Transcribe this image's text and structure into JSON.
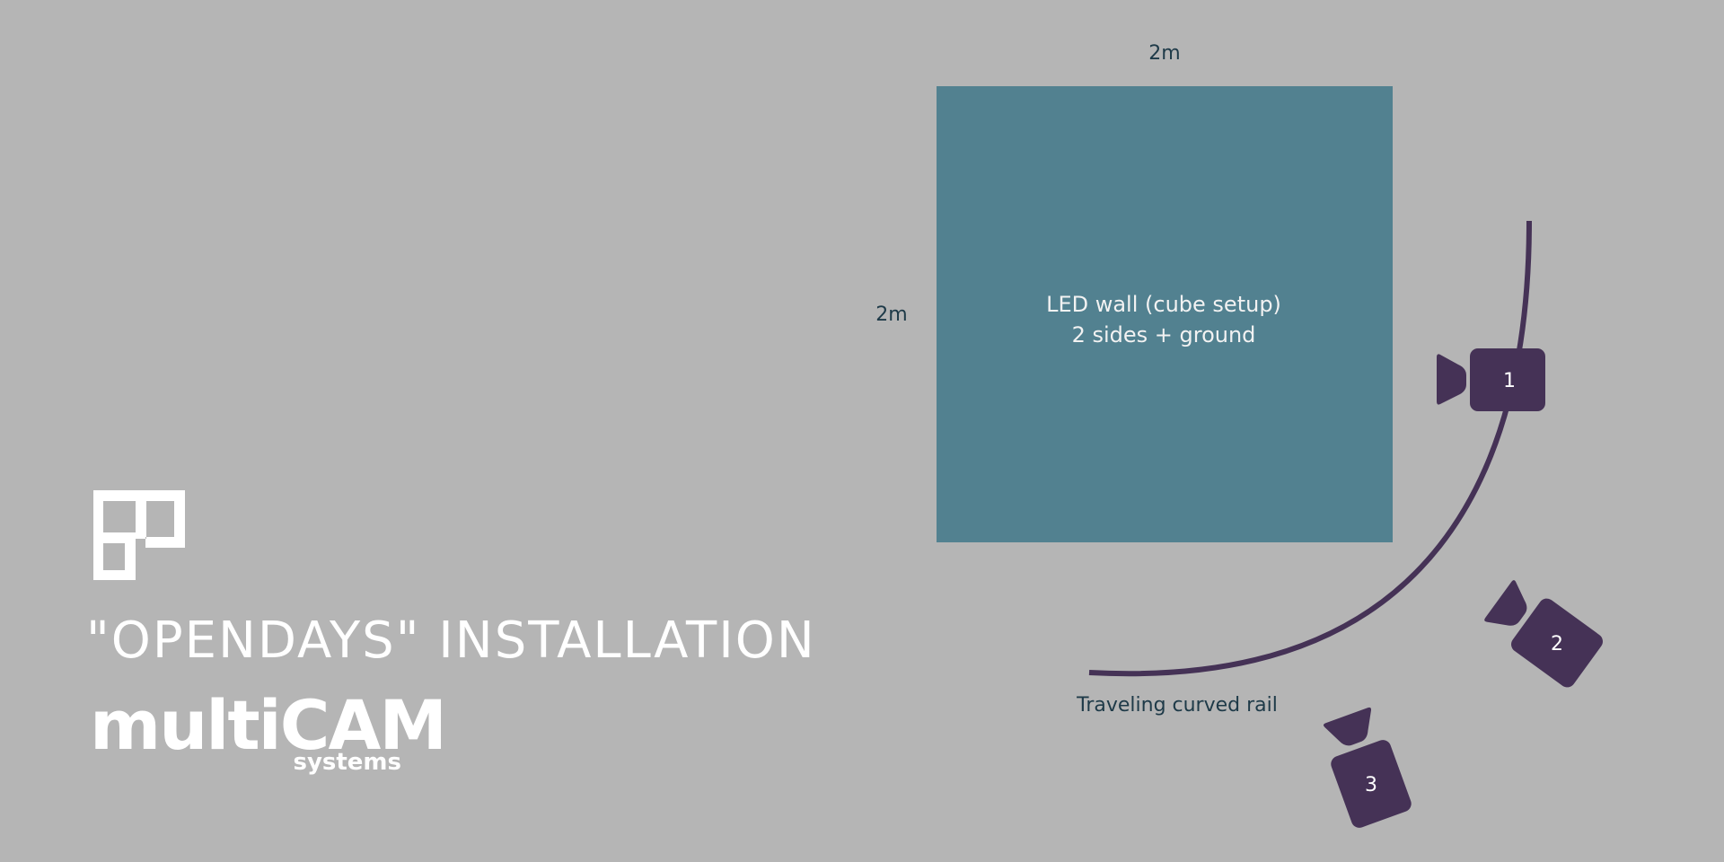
{
  "colors": {
    "background": "#b5b5b5",
    "led_wall": "#528190",
    "camera": "#453256",
    "rail": "#453256",
    "label_dark": "#1e3a48",
    "white": "#ffffff"
  },
  "led_wall": {
    "width_label": "2m",
    "height_label": "2m",
    "label_line1": "LED wall (cube setup)",
    "label_line2": "2 sides + ground"
  },
  "rail": {
    "label": "Traveling curved rail"
  },
  "cameras": [
    {
      "number": "1",
      "icon": "video-camera-icon"
    },
    {
      "number": "2",
      "icon": "video-camera-icon"
    },
    {
      "number": "3",
      "icon": "video-camera-icon"
    }
  ],
  "branding": {
    "logo_icon": "fp-logo-icon",
    "title": "\"OPENDAYS\"  INSTALLATION",
    "brand_name": "multiCAM",
    "brand_sub": "systems"
  }
}
